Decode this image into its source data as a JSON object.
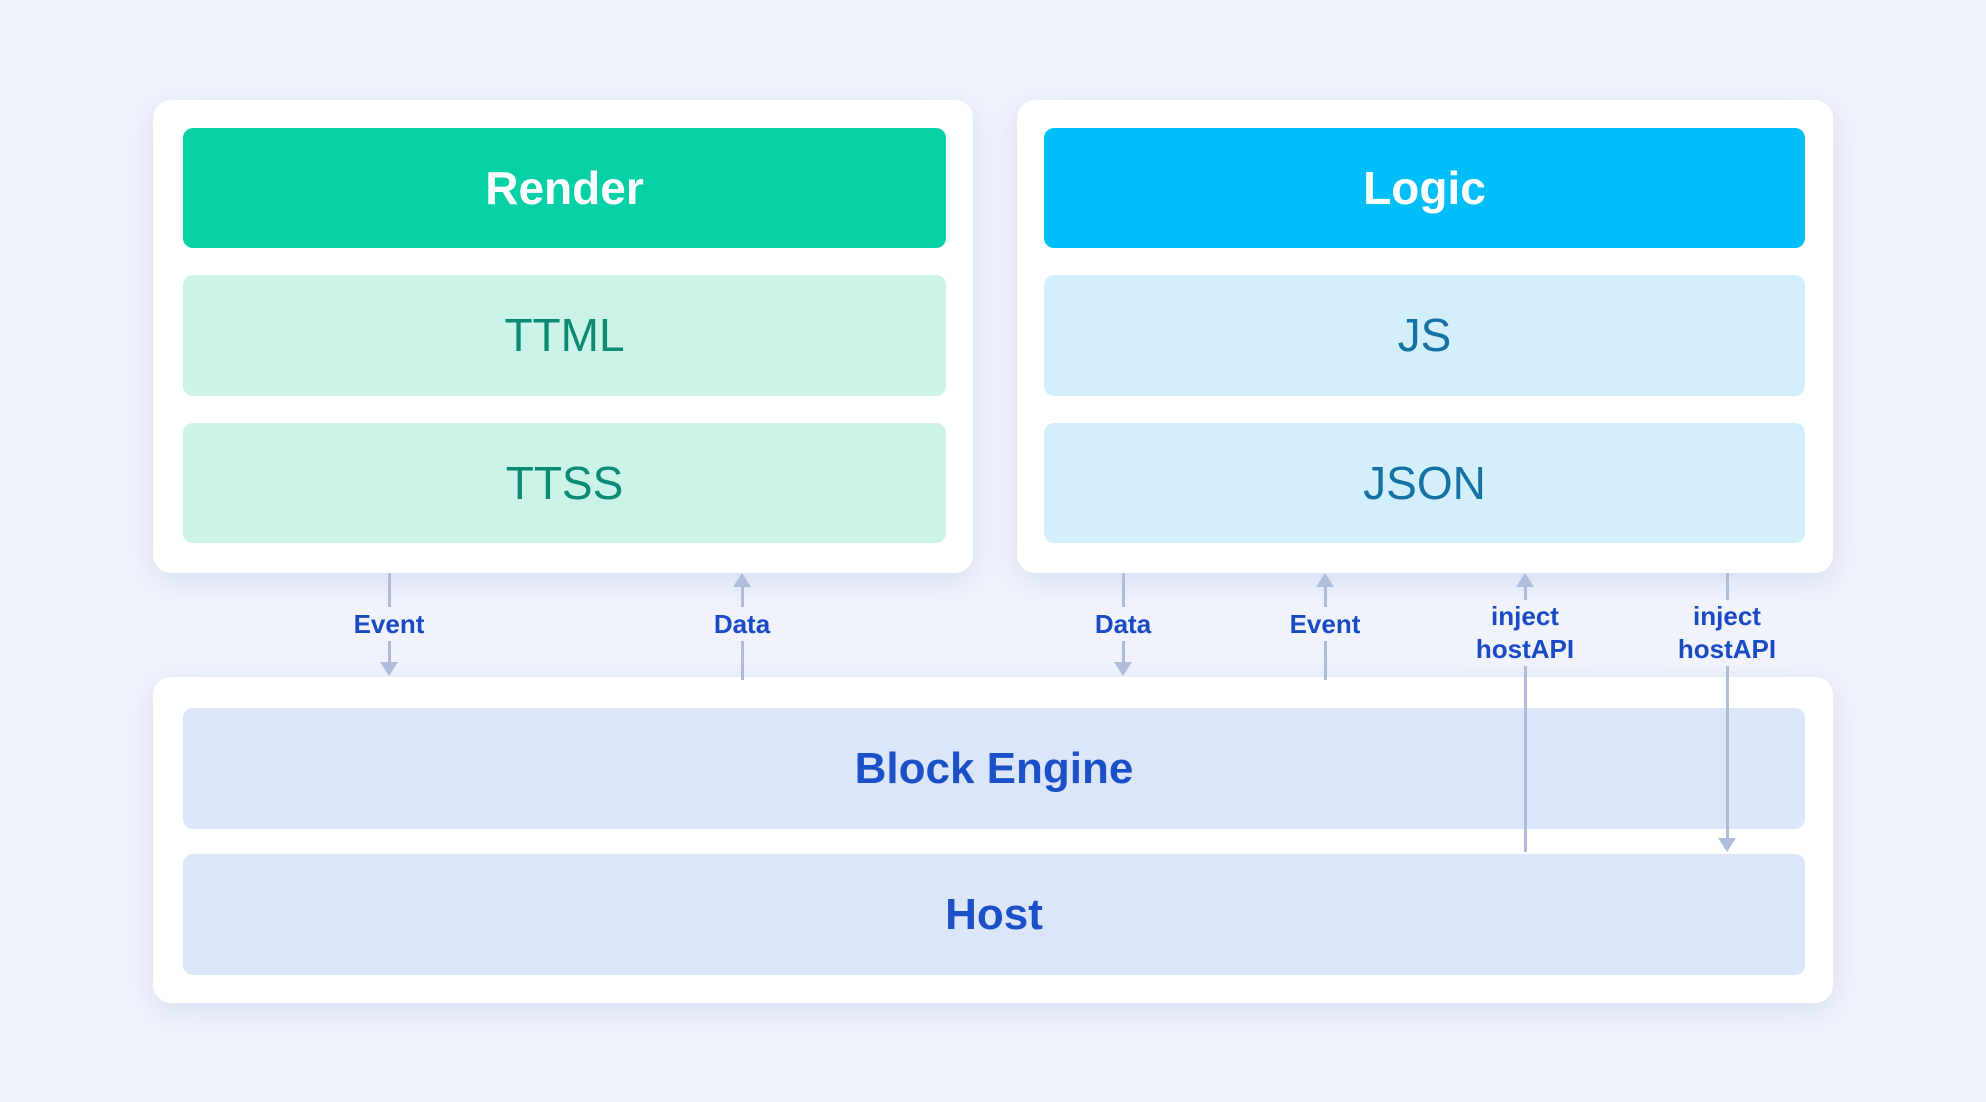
{
  "colors": {
    "page-bg": "#F0F3FC",
    "card-bg": "#FFFFFF",
    "header-text": "#FFFFFF",
    "render-header-bg": "#06D0A5",
    "render-item-bg": "#CBF3E8",
    "render-item-text": "#0B8A74",
    "logic-header-bg": "#00BEF7",
    "logic-item-bg": "#D2EFFB",
    "logic-item-text": "#1671A5",
    "platform-item-bg": "#DCE6F9",
    "platform-item-text": "#1B50C8",
    "arrow-line": "#AFBDDB",
    "arrow-label-text": "#1B4AC5"
  },
  "render_panel": {
    "title": "Render",
    "items": [
      {
        "label": "TTML"
      },
      {
        "label": "TTSS"
      }
    ]
  },
  "logic_panel": {
    "title": "Logic",
    "items": [
      {
        "label": "JS"
      },
      {
        "label": "JSON"
      }
    ]
  },
  "platform_panel": {
    "items": [
      {
        "label": "Block Engine"
      },
      {
        "label": "Host"
      }
    ]
  },
  "arrows": [
    {
      "label": "Event",
      "direction": "down",
      "from": "Render",
      "to": "Block Engine"
    },
    {
      "label": "Data",
      "direction": "up",
      "from": "Block Engine",
      "to": "Render"
    },
    {
      "label": "Data",
      "direction": "down",
      "from": "Logic",
      "to": "Block Engine"
    },
    {
      "label": "Event",
      "direction": "up",
      "from": "Block Engine",
      "to": "Logic"
    },
    {
      "label": "inject hostAPI",
      "direction": "up",
      "from": "Host",
      "to": "Logic"
    },
    {
      "label": "inject hostAPI",
      "direction": "down",
      "from": "Logic",
      "to": "Host"
    }
  ]
}
